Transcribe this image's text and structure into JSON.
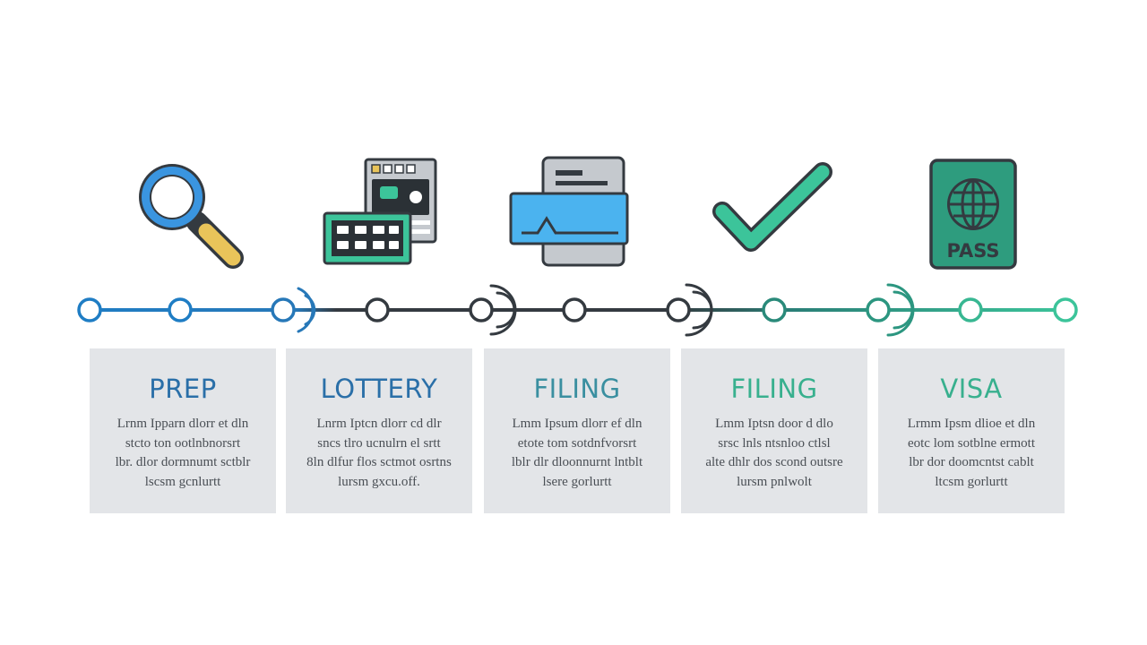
{
  "colors": {
    "blue": "#1f7dc4",
    "dark": "#343a40",
    "green": "#2aa885",
    "card_bg": "#e3e5e8",
    "title_blue": "#2a6fa8",
    "title_teal": "#3a8fa0",
    "title_green": "#38b08e"
  },
  "steps": [
    {
      "title": "PREP",
      "icon": "magnifier-icon",
      "lines": [
        "Lrnm Ipparn dlorr et dln",
        "stcto  ton  ootlnbnorsrt",
        "lbr. dlor dormnumt sctblr",
        "lscsm  gcnlurtt"
      ]
    },
    {
      "title": "LOTTERY",
      "icon": "lottery-ticket-icon",
      "lines": [
        "Lnrm Iptcn dlorr cd dlr",
        "sncs  tlro  ucnulrn el srtt",
        "8ln  dlfur flos sctmot osrtns",
        "lursm  gxcu.off."
      ]
    },
    {
      "title": "FILING",
      "icon": "document-form-icon",
      "lines": [
        "Lmm Ipsum dlorr ef dln",
        "etote  tom  sotdnfvorsrt",
        "lblr dlr dloonnurnt lntblt",
        "lsere  gorlurtt"
      ]
    },
    {
      "title": "FILING",
      "icon": "checkmark-icon",
      "lines": [
        "Lmm Iptsn door d dlo",
        "srsc  lnls  ntsnloo ctlsl",
        "alte dhlr dos scond outsre",
        "lursm  pnlwolt"
      ]
    },
    {
      "title": "VISA",
      "icon": "passport-icon",
      "lines": [
        "Lrmm Ipsm dlioe et dln",
        "eotc  lom  sotblne ermott",
        "lbr dor doomcntst cablt",
        "ltcsm  gorlurtt"
      ]
    }
  ],
  "passport_label": "PASS"
}
